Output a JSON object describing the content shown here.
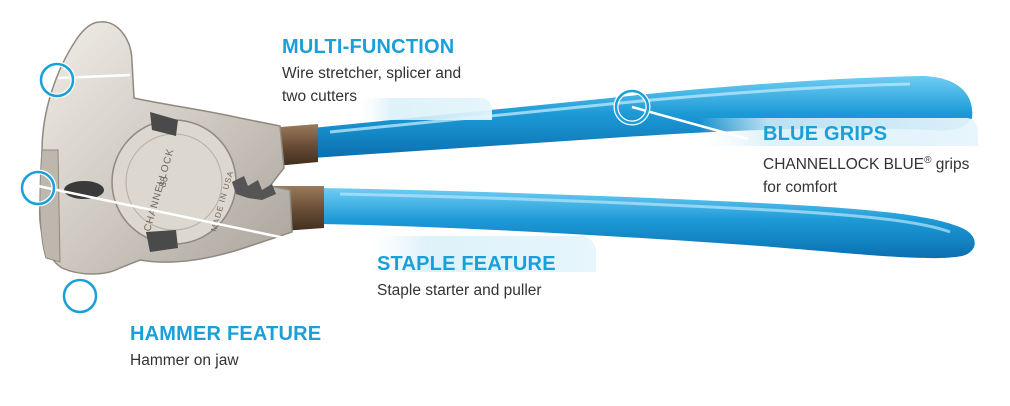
{
  "callouts": {
    "multi_function": {
      "title": "MULTI-FUNCTION",
      "lines": [
        "Wire stretcher, splicer and",
        "two cutters"
      ]
    },
    "blue_grips": {
      "title": "BLUE GRIPS",
      "desc_prefix": "CHANNELLOCK BLUE",
      "desc_registered": "®",
      "desc_suffix": " grips",
      "line2": "for comfort"
    },
    "staple_feature": {
      "title": "STAPLE FEATURE",
      "lines": [
        "Staple starter and puller"
      ]
    },
    "hammer_feature": {
      "title": "HAMMER FEATURE",
      "lines": [
        "Hammer on jaw"
      ]
    }
  },
  "tool": {
    "stamp_brand": "CHANNELLOCK",
    "stamp_model": "85",
    "stamp_origin": "MADE IN USA"
  },
  "colors": {
    "accent": "#1aa0d8",
    "grip": "#1d9bd7",
    "text": "#333333"
  }
}
